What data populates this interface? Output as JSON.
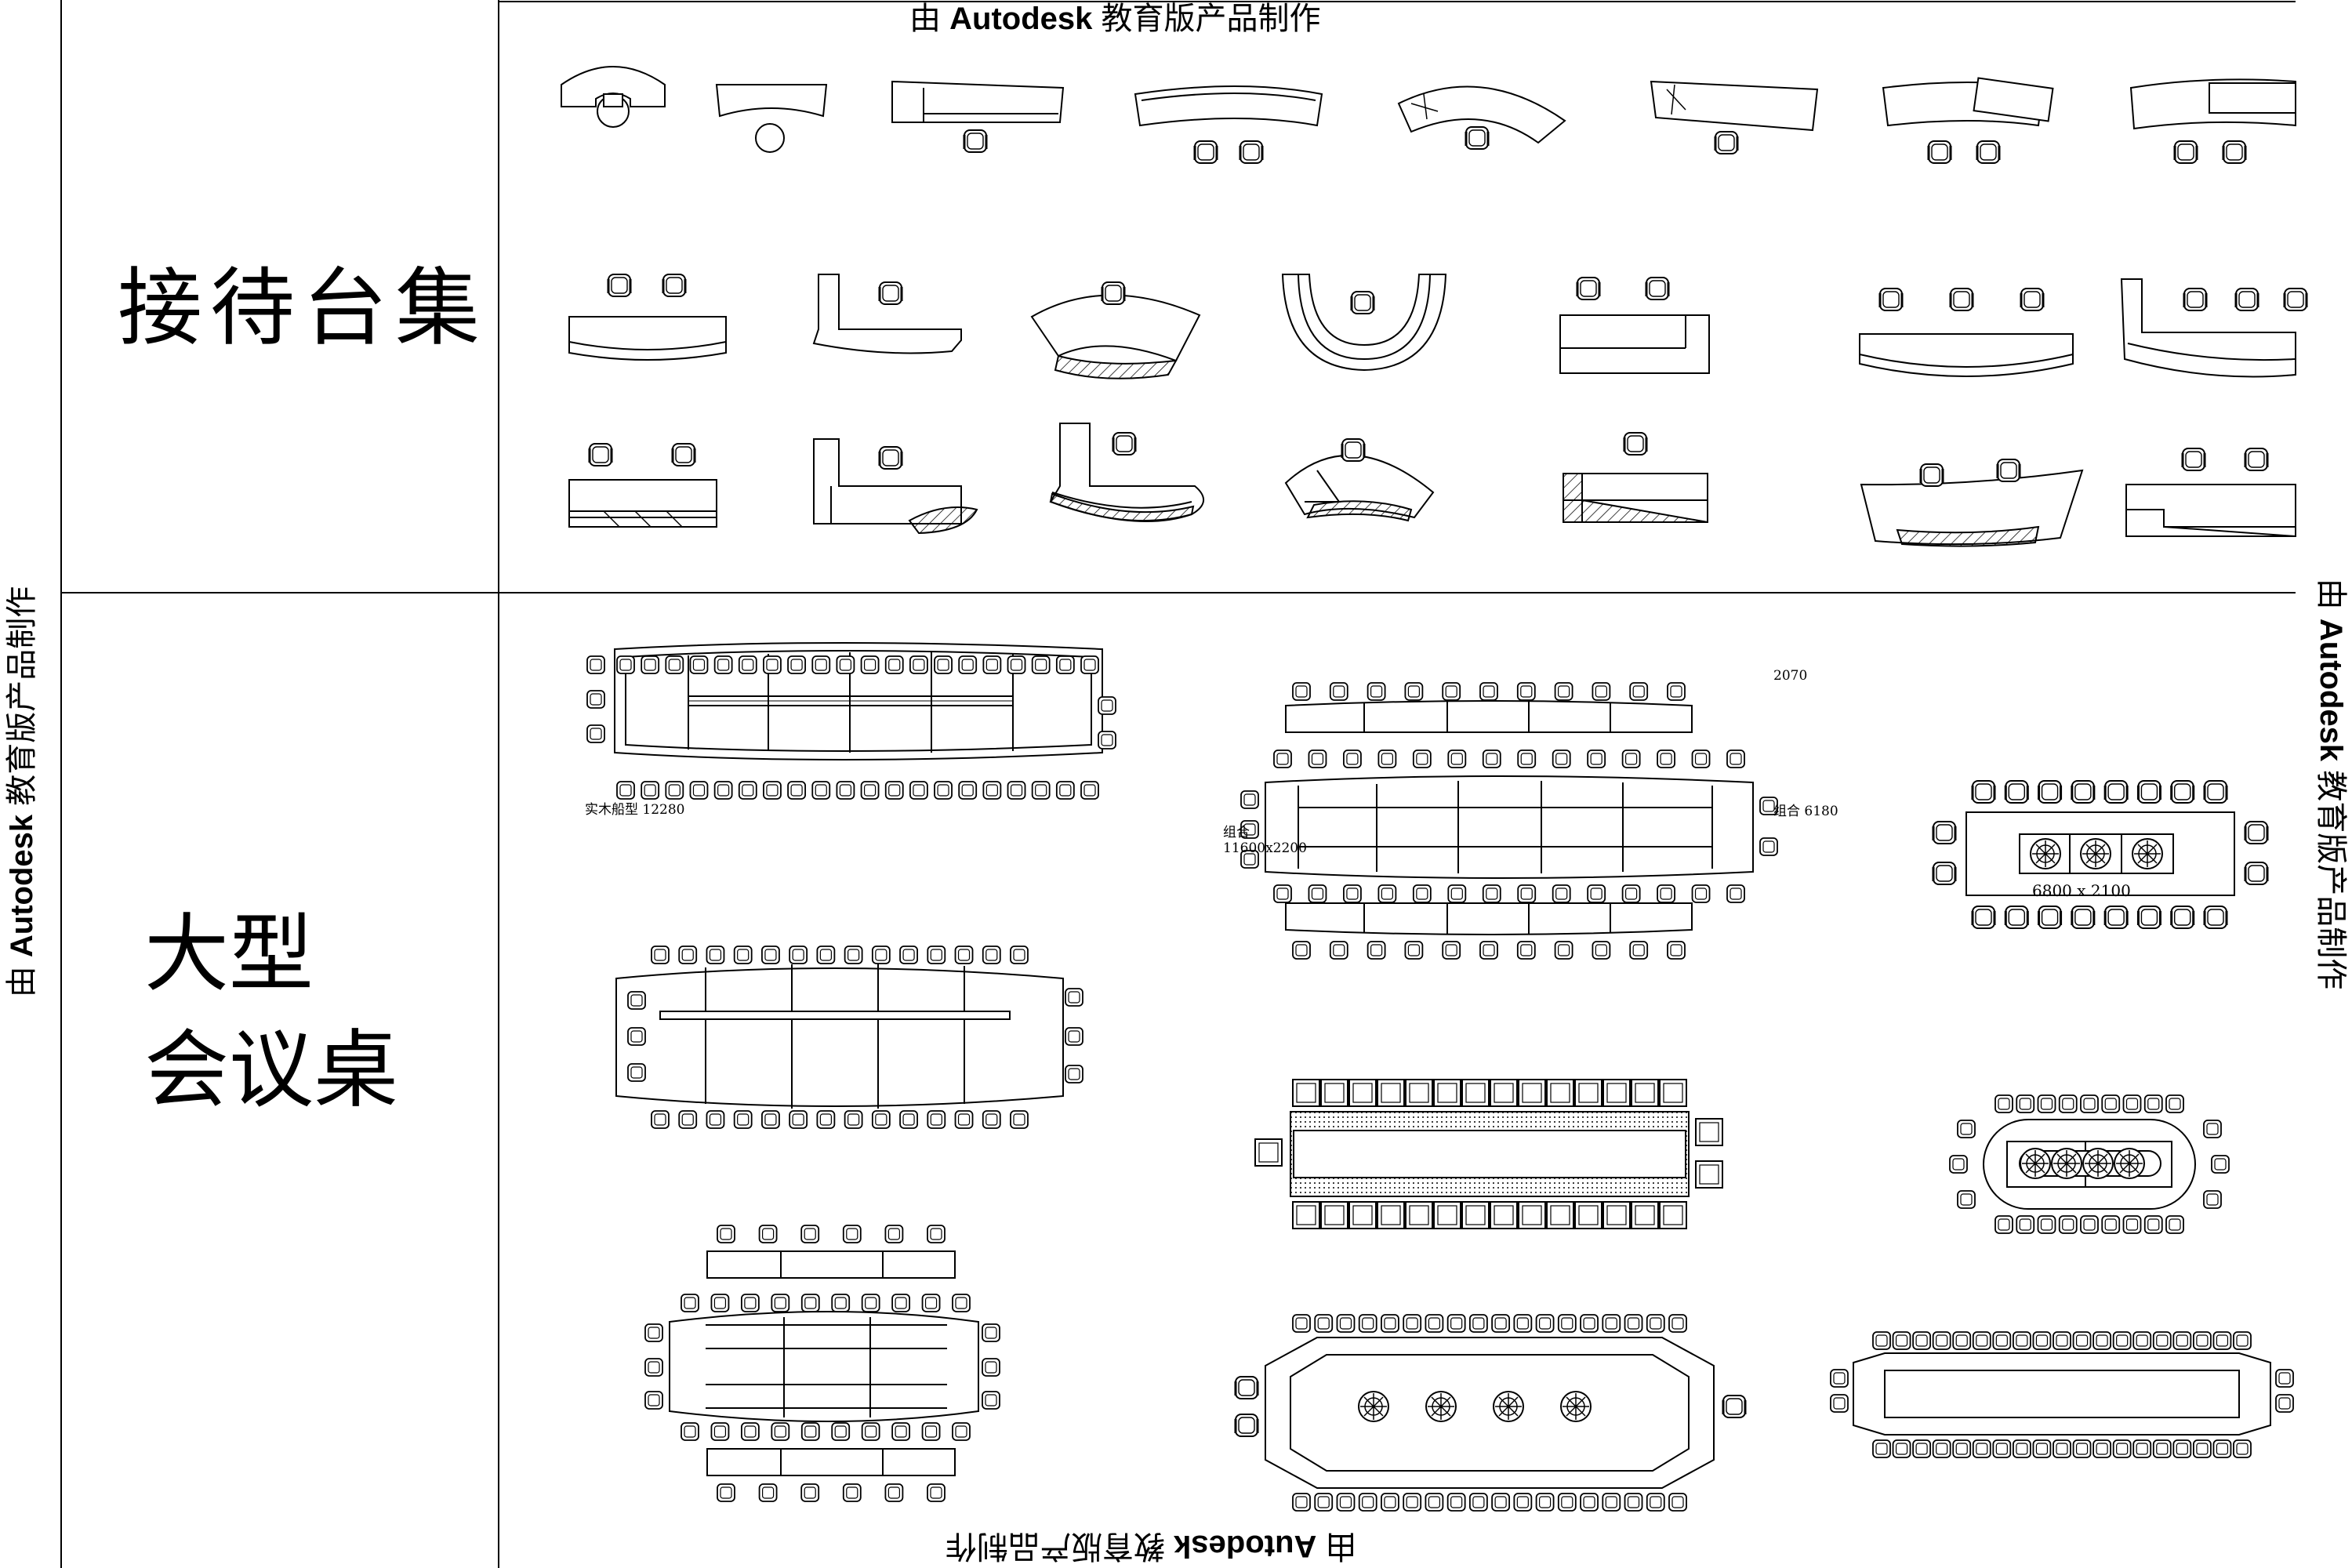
{
  "watermark": {
    "prefix": "由 ",
    "brand": "Autodesk",
    "suffix": " 教育版产品制作"
  },
  "sections": {
    "reception_title": "接待台集",
    "conference_title_line1": "大型",
    "conference_title_line2": "会议桌"
  },
  "dimension_labels": {
    "solid_wood_boat": "实木船型 12280",
    "width_2070": "2070",
    "combo_6180": "组合 6180",
    "combo_label": "组合",
    "combo_size": "11600x2200",
    "table_6800": "6800 x 2100"
  }
}
